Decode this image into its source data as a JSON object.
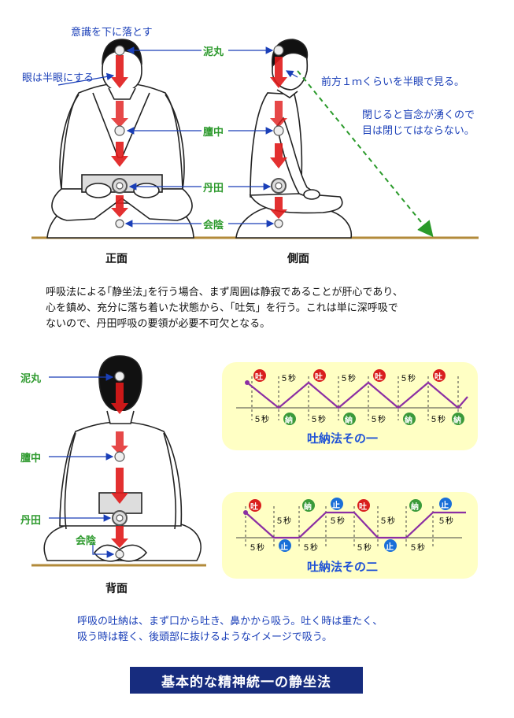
{
  "top": {
    "instruction_consciousness": "意識を下に落とす",
    "instruction_eyes": "眼は半眼にする",
    "instruction_gaze": "前方１ｍくらいを半眼で見る。",
    "warning_line1": "閉じると盲念が湧くので",
    "warning_line2": "目は閉じてはならない。",
    "labels": {
      "nigan": "泥丸",
      "danchu": "膻中",
      "tanden": "丹田",
      "ein": "会陰"
    },
    "caption_front": "正面",
    "caption_side": "側面"
  },
  "paragraph1": {
    "line1": "呼吸法による｢静坐法｣を行う場合、まず周囲は静寂であることが肝心であり、",
    "line2": "心を鎮め、充分に落ち着いた状態から、「吐気」を行う。これは単に深呼吸で",
    "line3": "ないので、丹田呼吸の要領が必要不可欠となる。"
  },
  "back": {
    "labels": {
      "nigan": "泥丸",
      "danchu": "膻中",
      "tanden": "丹田",
      "ein": "会陰"
    },
    "caption": "背面"
  },
  "method1": {
    "title": "吐納法その一",
    "exhale_badge": "吐",
    "inhale_badge": "納",
    "seconds_label": "５秒"
  },
  "method2": {
    "title": "吐納法その二",
    "exhale_badge": "吐",
    "inhale_badge": "納",
    "hold_badge": "止",
    "seconds_label": "５秒"
  },
  "paragraph2": {
    "line1": "呼吸の吐納は、まず口から吐き、鼻かから吸う。吐く時は重たく、",
    "line2": "吸う時は軽く、後頭部に抜けるようなイメージで吸う。"
  },
  "footer": {
    "title": "基本的な精神統一の静坐法"
  },
  "colors": {
    "text_blue": "#1a3fb8",
    "label_green": "#2e9a2e",
    "panel_yellow": "#ffffc4",
    "chart_line": "#8b2fa3",
    "exhale_red": "#d91e1e",
    "inhale_green": "#3a9a3a",
    "hold_blue": "#1a6fd8",
    "footer_navy": "#172c7e",
    "floor_brown": "#b28a3a"
  }
}
